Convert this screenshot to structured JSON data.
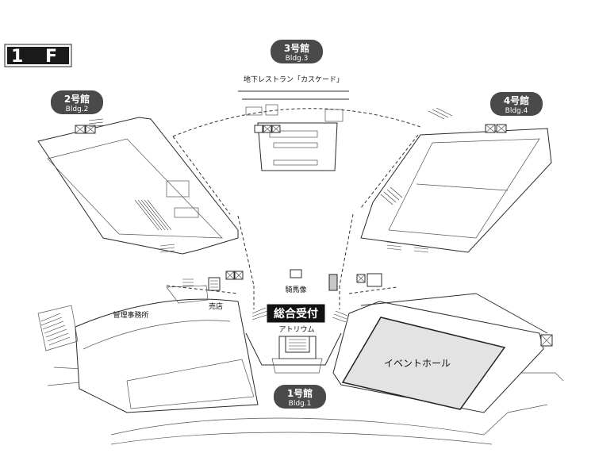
{
  "floor": "1 F",
  "buildings": [
    {
      "id": "bldg1",
      "name": "1号館",
      "sub": "Bldg.1"
    },
    {
      "id": "bldg2",
      "name": "2号館",
      "sub": "Bldg.2"
    },
    {
      "id": "bldg3",
      "name": "3号館",
      "sub": "Bldg.3"
    },
    {
      "id": "bldg4",
      "name": "4号館",
      "sub": "Bldg.4"
    }
  ],
  "labels": {
    "restaurant": "地下レストラン「カスケード」",
    "statue": "騎馬像",
    "reception": "総合受付",
    "atrium": "アトリウム",
    "shop": "売店",
    "admin": "管理事務所",
    "event_hall": "イベントホール"
  },
  "colors": {
    "pill": "#4a4a4a",
    "floor_badge": "#1a1a1a",
    "event_hall_fill": "#e3e3e3"
  }
}
